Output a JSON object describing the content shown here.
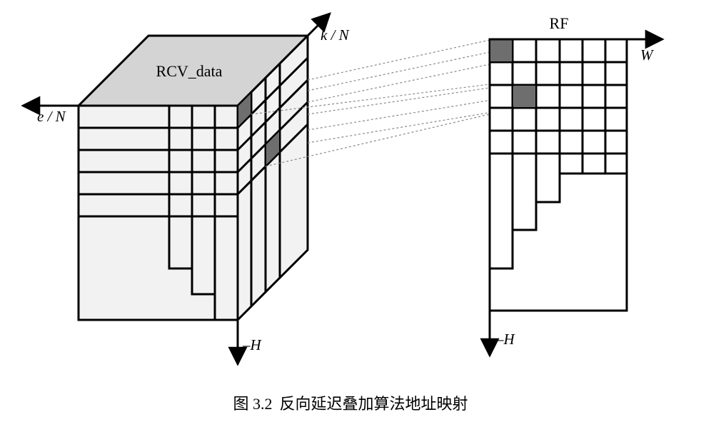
{
  "diagram": {
    "cube_label": "RCV_data",
    "axis_k": "k / N",
    "axis_e": "e / N",
    "axis_h_left": "–H",
    "grid_label": "RF",
    "axis_w": "W",
    "axis_h_right": "–H"
  },
  "caption": {
    "number": "图 3.2",
    "title": "反向延迟叠加算法地址映射"
  },
  "colors": {
    "cube_top": "#d4d4d4",
    "cube_face": "#f2f2f2",
    "highlight": "#6e6e6e",
    "stroke": "#000000",
    "dashed": "#8a8a8a"
  }
}
